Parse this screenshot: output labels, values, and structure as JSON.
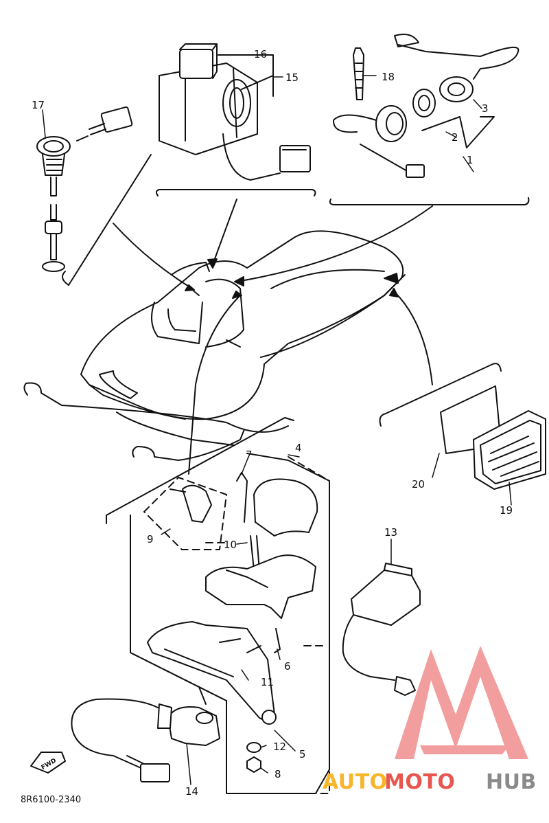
{
  "diagram": {
    "drawing_code": "8R6100-2340",
    "part_callouts": [
      "1",
      "2",
      "3",
      "4",
      "5",
      "6",
      "7",
      "8",
      "9",
      "10",
      "11",
      "12",
      "13",
      "14",
      "15",
      "16",
      "17",
      "18",
      "19",
      "20"
    ],
    "direction_badge": "FWD"
  },
  "watermark": {
    "brand_part1": "AUTO",
    "brand_part2": "MOTO",
    "brand_part3": "HUB",
    "colors": {
      "auto": "#f7b52c",
      "moto": "#e8564f",
      "hub": "#8a8a8a",
      "logo": "#ea4f4f"
    }
  }
}
